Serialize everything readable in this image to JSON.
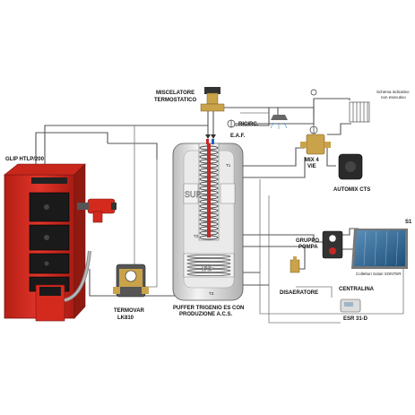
{
  "labels": {
    "boiler": "GLIP HTLP/200",
    "termovar_line1": "TERMOVAR",
    "termovar_line2": "LK810",
    "miscelatore_line1": "MISCELATORE",
    "miscelatore_line2": "TERMOSTATICO",
    "ricirc": "RICIRC.",
    "eaf": "E.A.F.",
    "mix_line1": "MIX 4",
    "mix_line2": "VIE",
    "automix": "AUTOMIX CTS",
    "schema_line1": "Schema indicativo",
    "schema_line2": "non esecutivo",
    "gruppo_line1": "GRUPPO",
    "gruppo_line2": "POMPA",
    "disaeratore": "DISAERATORE",
    "centralina": "CENTRALINA",
    "collettori": "Collettori Solari SONTER",
    "esr": "ESR 31-D",
    "s1": "S1",
    "puffer_line1": "PUFFER TRIGENIO ES CON",
    "puffer_line2": "PRODUZIONE A.C.S.",
    "sup": "SUP",
    "inf": "INF",
    "t1": "T1",
    "t2": "T2",
    "t3": "T3"
  },
  "colors": {
    "boiler_red": "#d42a1e",
    "boiler_dark": "#1a1a1a",
    "tank_grey": "#dcdcdc",
    "pipe": "#555555",
    "brass": "#c9a24a"
  }
}
